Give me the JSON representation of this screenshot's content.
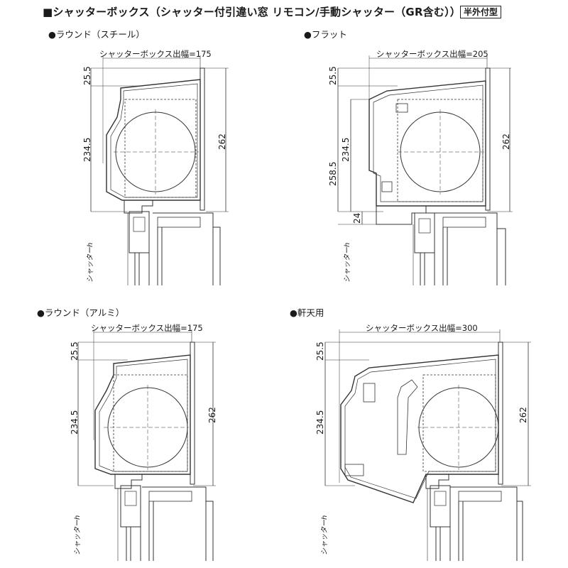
{
  "title": "■シャッターボックス（シャッター付引違い窓 リモコン/手動シャッター（GR含む））",
  "badge": "半外付型",
  "panels": [
    {
      "label": "●ラウンド（スチール）",
      "width_label": "シャッターボックス出幅=175",
      "dim_top": "25.5",
      "dim_mid": "234.5",
      "dim_total": "262",
      "shutter_h": "シャッターh"
    },
    {
      "label": "●フラット",
      "width_label": "シャッターボックス出幅=205",
      "dim_top": "25.5",
      "dim_mid": "234.5",
      "dim_mid2": "258.5",
      "dim_bottom": "24",
      "dim_total": "262",
      "shutter_h": "シャッターh"
    },
    {
      "label": "●ラウンド（アルミ）",
      "width_label": "シャッターボックス出幅=175",
      "dim_top": "25.5",
      "dim_mid": "234.5",
      "dim_total": "262",
      "shutter_h": "シャッターh"
    },
    {
      "label": "●軒天用",
      "width_label": "シャッターボックス出幅=300",
      "dim_top": "25.5",
      "dim_mid": "234.5",
      "dim_total": "262",
      "shutter_h": "シャッターh"
    }
  ]
}
